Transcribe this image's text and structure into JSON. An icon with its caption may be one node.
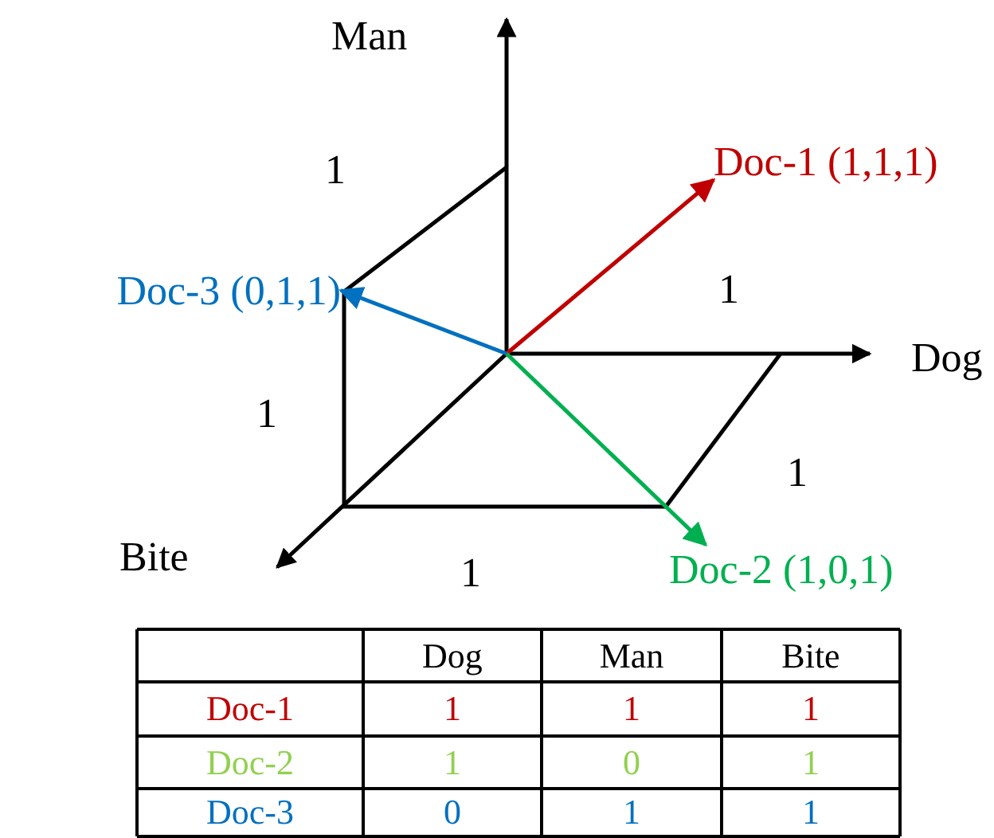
{
  "diagram": {
    "nodes": [
      {
        "text": [
          "Doc-1 (1,1,1)"
        ]
      },
      {
        "text": [
          "Doc-3 (0,1,1)"
        ]
      },
      {
        "text": [
          "Doc-2 (1,0,1)"
        ]
      }
    ],
    "edges": [
      {
        "from": null,
        "to": 0,
        "arrow": "to",
        "color": "#c00000"
      },
      {
        "from": null,
        "to": 1,
        "arrow": "to",
        "color": "#0070c0"
      },
      {
        "from": null,
        "to": 2,
        "arrow": "to",
        "color": "#00b050"
      }
    ],
    "labels": [
      "Man",
      "1",
      "1",
      "Dog",
      "1",
      "1",
      "Bite",
      "1",
      "Dog",
      "Man",
      "Bite",
      "Doc-1",
      "1",
      "1",
      "1",
      "Doc-2",
      "1",
      "0",
      "1",
      "Doc-3",
      "0",
      "1",
      "1"
    ]
  }
}
